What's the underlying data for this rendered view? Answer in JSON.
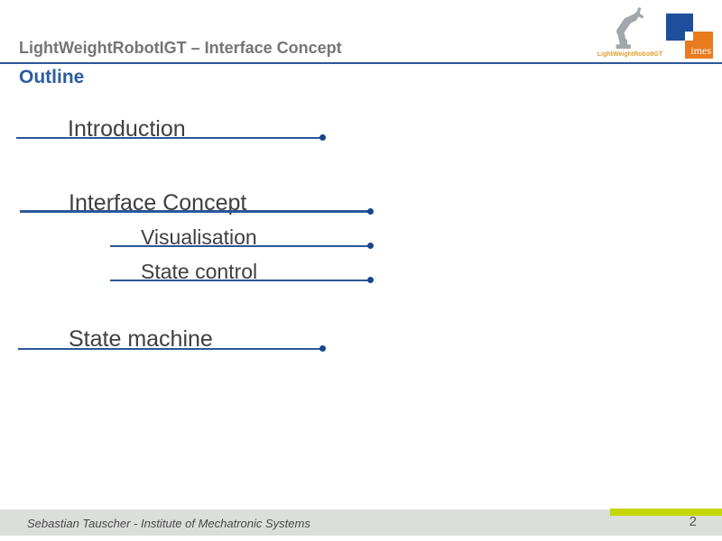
{
  "header": {
    "title": "LightWeightRobotIGT – Interface Concept",
    "slide_heading": "Outline"
  },
  "logos": {
    "robot_label": "LightWeightRobotIGT",
    "imes_label": "imes"
  },
  "outline": {
    "items": [
      {
        "label": "Introduction",
        "level": 1
      },
      {
        "label": "Interface Concept",
        "level": 1
      },
      {
        "label": "Visualisation",
        "level": 2
      },
      {
        "label": "State control",
        "level": 2
      },
      {
        "label": "State machine",
        "level": 1
      }
    ]
  },
  "footer": {
    "author": "Sebastian Tauscher - Institute of Mechatronic Systems",
    "page_number": "2"
  },
  "colors": {
    "accent_blue": "#2a5798",
    "dot_blue": "#17458f",
    "heading_blue": "#2e5c9e",
    "accent_green": "#c4d600",
    "title_gray": "#757575",
    "text_dark": "#3f3f3f",
    "footer_bg": "#dcdedc",
    "logo_blue": "#1e4f9c",
    "logo_orange": "#e87b1e",
    "robot_gray": "#a3a7ac",
    "robot_label_orange": "#dfa032"
  }
}
